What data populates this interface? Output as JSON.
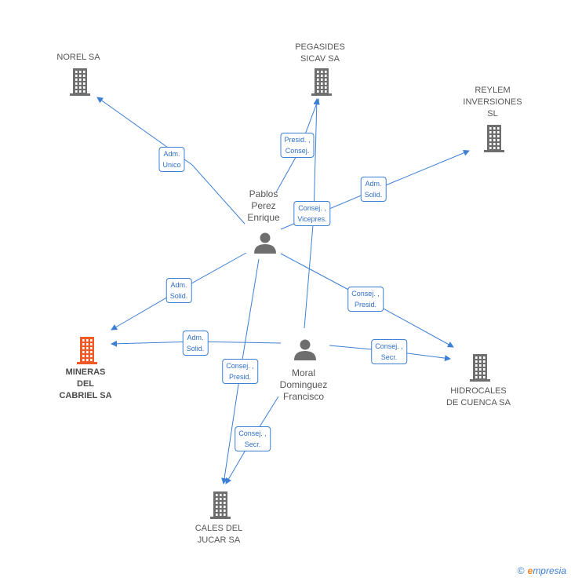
{
  "companies": {
    "norel": {
      "label": "NOREL SA",
      "color": "#6e6e6e"
    },
    "pegasides": {
      "label": "PEGASIDES\nSICAV SA",
      "color": "#6e6e6e"
    },
    "reylem": {
      "label": "REYLEM\nINVERSIONES\nSL",
      "color": "#6e6e6e"
    },
    "mineras": {
      "label": "MINERAS\nDEL\nCABRIEL SA",
      "color": "#f05a28"
    },
    "hidrocales": {
      "label": "HIDROCALES\nDE CUENCA SA",
      "color": "#6e6e6e"
    },
    "cales": {
      "label": "CALES DEL\nJUCAR SA",
      "color": "#6e6e6e"
    }
  },
  "persons": {
    "pablos": {
      "label": "Pablos\nPerez\nEnrique"
    },
    "moral": {
      "label": "Moral\nDominguez\nFrancisco"
    }
  },
  "edges": {
    "e1": {
      "label": "Adm.\nUnico"
    },
    "e2": {
      "label": "Presid. ,\nConsej."
    },
    "e3": {
      "label": "Adm.\nSolid."
    },
    "e4": {
      "label": "Consej. ,\nVicepres."
    },
    "e5": {
      "label": "Adm.\nSolid."
    },
    "e6": {
      "label": "Consej. ,\nPresid."
    },
    "e7": {
      "label": "Adm.\nSolid."
    },
    "e8": {
      "label": "Consej. ,\nSecr."
    },
    "e9": {
      "label": "Consej. ,\nPresid."
    },
    "e10": {
      "label": "Consej. ,\nSecr."
    }
  },
  "edge_color": "#3d7fd4",
  "person_color": "#6e6e6e",
  "brand": {
    "copyright": "©",
    "e": "e",
    "name": "mpresia"
  }
}
